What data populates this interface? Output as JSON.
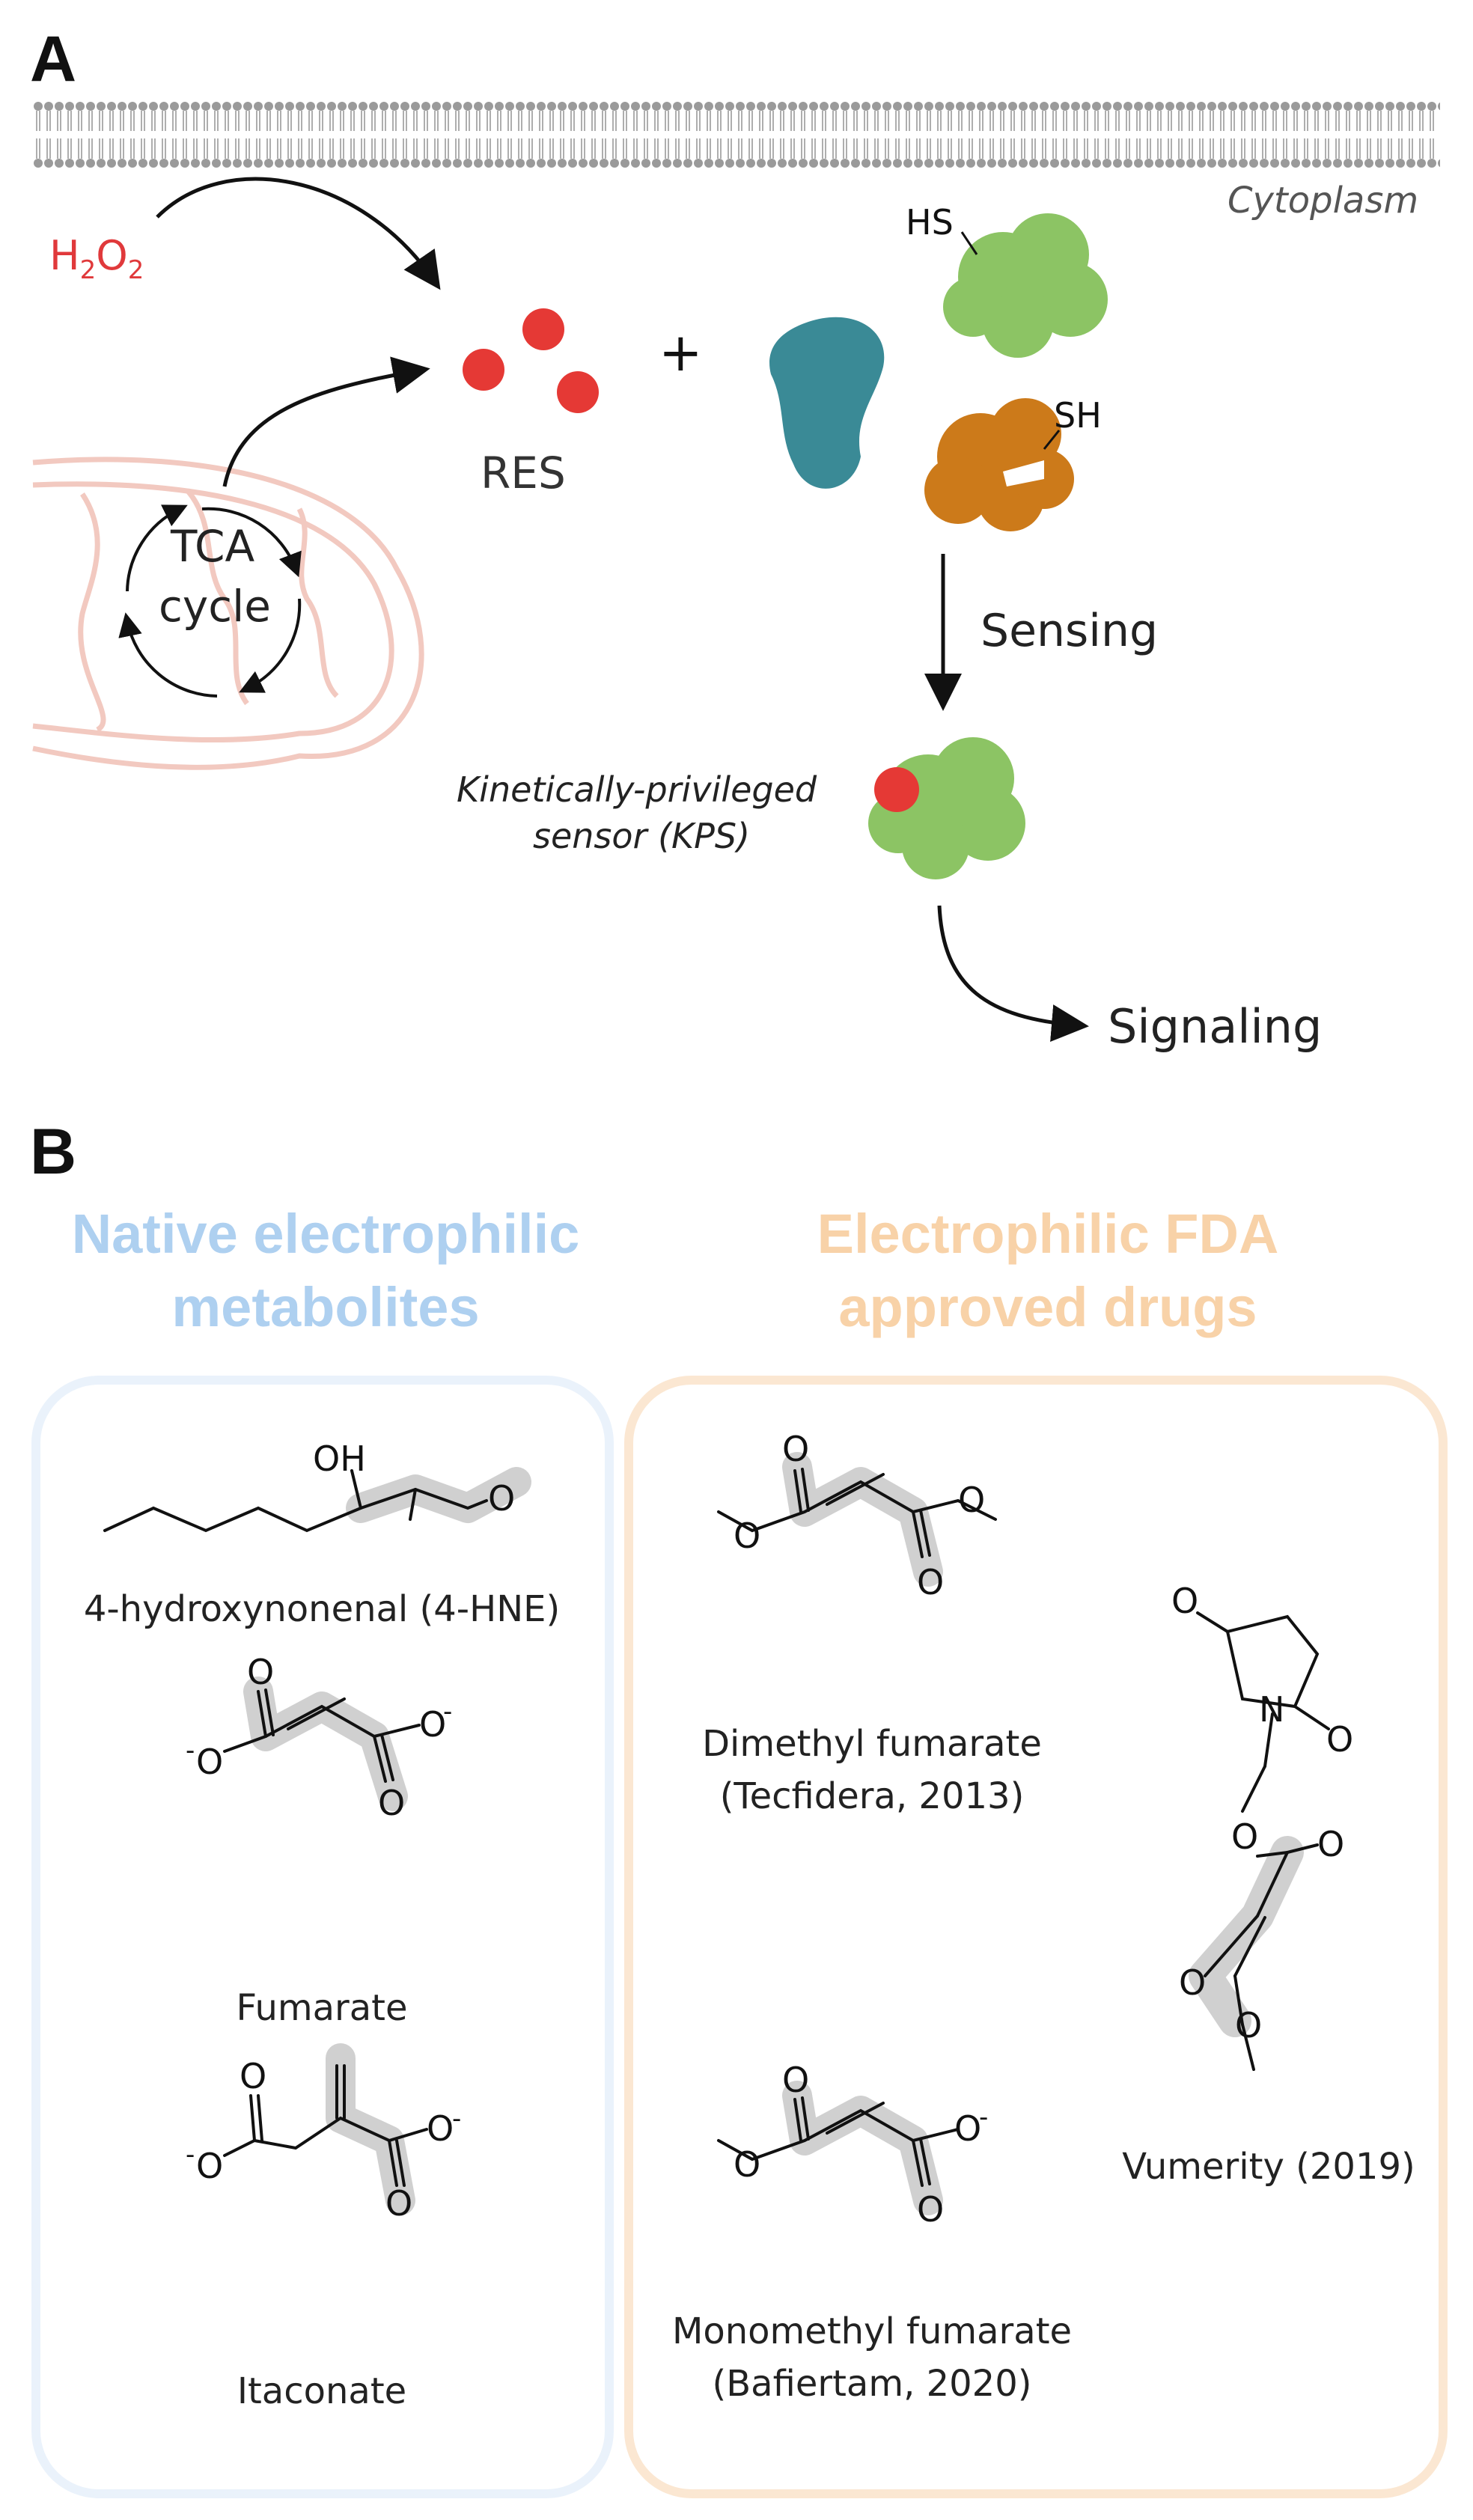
{
  "panel_a": {
    "letter": "A",
    "cytoplasm_label": "Cytoplasm",
    "h2o2": {
      "h": "H",
      "sub1": "2",
      "o": "O",
      "sub2": "2"
    },
    "res_label": "RES",
    "plus_sign": "+",
    "tca_line1": "TCA",
    "tca_line2": "cycle",
    "hs_label_top": "HS",
    "sh_label_bottom": "SH",
    "sensing_label": "Sensing",
    "kps_line1": "Kinetically-privileged",
    "kps_line2": "sensor (KPS)",
    "signaling_label": "Signaling",
    "colors": {
      "res": "#e53935",
      "h2o2_text": "#e0393b",
      "teal_protein": "#3a8a96",
      "green_protein": "#8cc464",
      "orange_protein": "#cc7a1a",
      "mitochondrion": "#f2c9c0"
    }
  },
  "panel_b": {
    "letter": "B",
    "native_heading_line1": "Native electrophilic",
    "native_heading_line2": "metabolites",
    "fda_heading_line1": "Electrophilic FDA",
    "fda_heading_line2": "approved drugs",
    "colors": {
      "native": "#aed0f0",
      "fda": "#f8d2a8",
      "highlight": "#cfcfcf"
    },
    "native": [
      {
        "name": "4-hydroxynonenal (4-HNE)",
        "atom_labels": [
          "OH",
          "O"
        ]
      },
      {
        "name": "Fumarate",
        "atom_labels": [
          "O",
          "O",
          "O",
          "O"
        ]
      },
      {
        "name": "Itaconate",
        "atom_labels": [
          "O",
          "O",
          "O",
          "O"
        ]
      }
    ],
    "drugs": [
      {
        "name_line1": "Dimethyl fumarate",
        "name_line2": "(Tecfidera, 2013)"
      },
      {
        "name_line1": "Monomethyl fumarate",
        "name_line2": "(Bafiertam, 2020)"
      },
      {
        "name_line1": "Vumerity (2019)",
        "name_line2": ""
      }
    ],
    "charge_symbol": "-",
    "nitrogen_label": "N"
  }
}
